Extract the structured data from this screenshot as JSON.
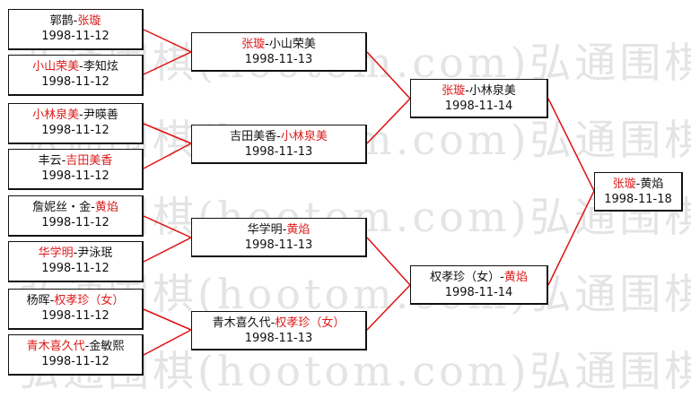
{
  "watermark": "弘通围棋(hootom.com)弘通围棋",
  "colors": {
    "winner": "#dd1c1c",
    "text": "#111111",
    "line": "#e01010",
    "border": "#111111"
  },
  "round1": [
    {
      "a": "郭鹊",
      "b": "张璇",
      "winner": "b",
      "date": "1998-11-12"
    },
    {
      "a": "小山荣美",
      "b": "李知炫",
      "winner": "a",
      "date": "1998-11-12"
    },
    {
      "a": "小林泉美",
      "b": "尹暎善",
      "winner": "a",
      "date": "1998-11-12"
    },
    {
      "a": "丰云",
      "b": "吉田美香",
      "winner": "b",
      "date": "1998-11-12"
    },
    {
      "a": "詹妮丝・金",
      "b": "黄焰",
      "winner": "b",
      "date": "1998-11-12"
    },
    {
      "a": "华学明",
      "b": "尹泳珉",
      "winner": "a",
      "date": "1998-11-12"
    },
    {
      "a": "杨晖",
      "b": "权孝珍（女）",
      "winner": "b",
      "date": "1998-11-12"
    },
    {
      "a": "青木喜久代",
      "b": "金敏熙",
      "winner": "a",
      "date": "1998-11-12"
    }
  ],
  "round2": [
    {
      "a": "张璇",
      "b": "小山荣美",
      "winner": "a",
      "date": "1998-11-13"
    },
    {
      "a": "吉田美香",
      "b": "小林泉美",
      "winner": "b",
      "date": "1998-11-13"
    },
    {
      "a": "华学明",
      "b": "黄焰",
      "winner": "b",
      "date": "1998-11-13"
    },
    {
      "a": "青木喜久代",
      "b": "权孝珍（女）",
      "winner": "b",
      "date": "1998-11-13"
    }
  ],
  "round3": [
    {
      "a": "张璇",
      "b": "小林泉美",
      "winner": "a",
      "date": "1998-11-14"
    },
    {
      "a": "权孝珍（女）",
      "b": "黄焰",
      "winner": "b",
      "date": "1998-11-14"
    }
  ],
  "final": [
    {
      "a": "张璇",
      "b": "黄焰",
      "winner": "a",
      "date": "1998-11-18"
    }
  ]
}
